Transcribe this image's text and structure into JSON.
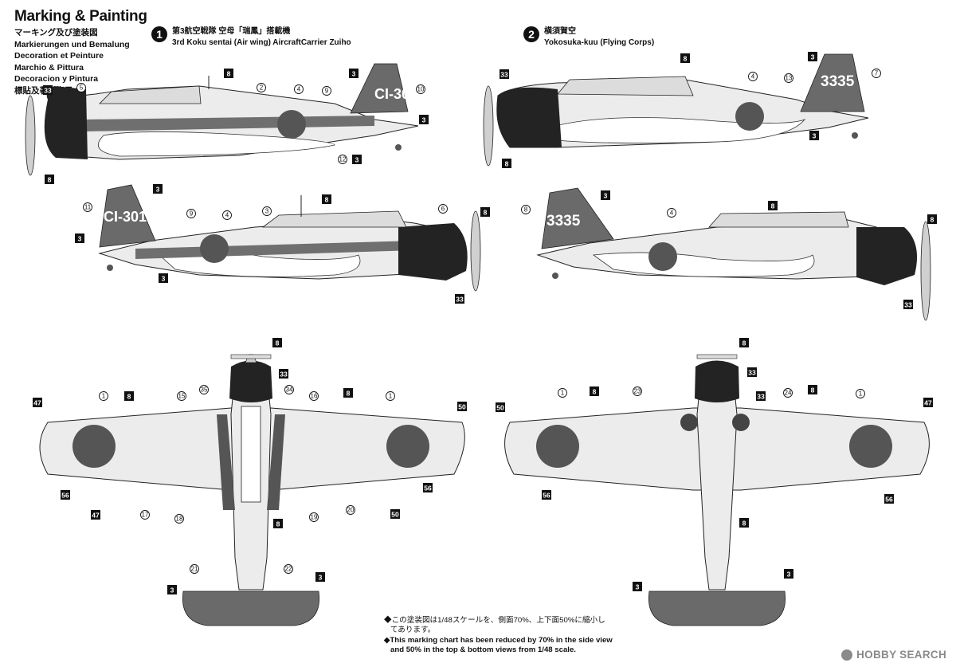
{
  "header": {
    "title": "Marking & Painting",
    "lines": [
      "マーキング及び塗装図",
      "Markierungen und Bemalung",
      "Decoration et Peinture",
      "Marchio & Pittura",
      "Decoracion y Pintura",
      "標貼及著色指示"
    ]
  },
  "schemes": [
    {
      "number": "1",
      "line1": "第3航空戦隊 空母「瑞鳳」搭載機",
      "line2": "3rd Koku sentai (Air wing) AircraftCarrier Zuiho",
      "tail_code": "CI-301"
    },
    {
      "number": "2",
      "line1": "横須賀空",
      "line2": "Yokosuka-kuu (Flying Corps)",
      "tail_code": "3335"
    }
  ],
  "note": {
    "jp": "◆この塗装図は1/48スケールを、側面70%、上下面50%に縮小し",
    "jp2": "てあります。",
    "en": "◆This marking chart has been reduced by 70% in the side view",
    "en2": "and 50% in the top & bottom views from 1/48 scale."
  },
  "watermark": "HOBBY SEARCH",
  "colors": {
    "hinomaru": "#555555",
    "cowling": "#232323",
    "fuselage": "#ececec",
    "tail": "#6a6a6a",
    "stripe": "#6f6f6f",
    "line": "#222222"
  },
  "callouts": {
    "side1": [
      "33",
      "5",
      "8",
      "2",
      "4",
      "9",
      "10",
      "3",
      "3",
      "12",
      "3",
      "8"
    ],
    "side2": [
      "11",
      "3",
      "9",
      "4",
      "3",
      "8",
      "6",
      "8",
      "3",
      "3",
      "33"
    ],
    "side3": [
      "33",
      "8",
      "4",
      "13",
      "3",
      "7",
      "3",
      "8"
    ],
    "side4": [
      "8",
      "3",
      "4",
      "8",
      "8",
      "33"
    ],
    "top": [
      "8",
      "33",
      "47",
      "1",
      "8",
      "15",
      "35",
      "34",
      "16",
      "8",
      "1",
      "50",
      "56",
      "47",
      "17",
      "18",
      "19",
      "20",
      "50",
      "56",
      "8",
      "21",
      "22",
      "3",
      "3"
    ],
    "bottom": [
      "8",
      "33",
      "50",
      "1",
      "8",
      "23",
      "33",
      "24",
      "8",
      "1",
      "47",
      "56",
      "56",
      "8",
      "3",
      "3"
    ]
  }
}
